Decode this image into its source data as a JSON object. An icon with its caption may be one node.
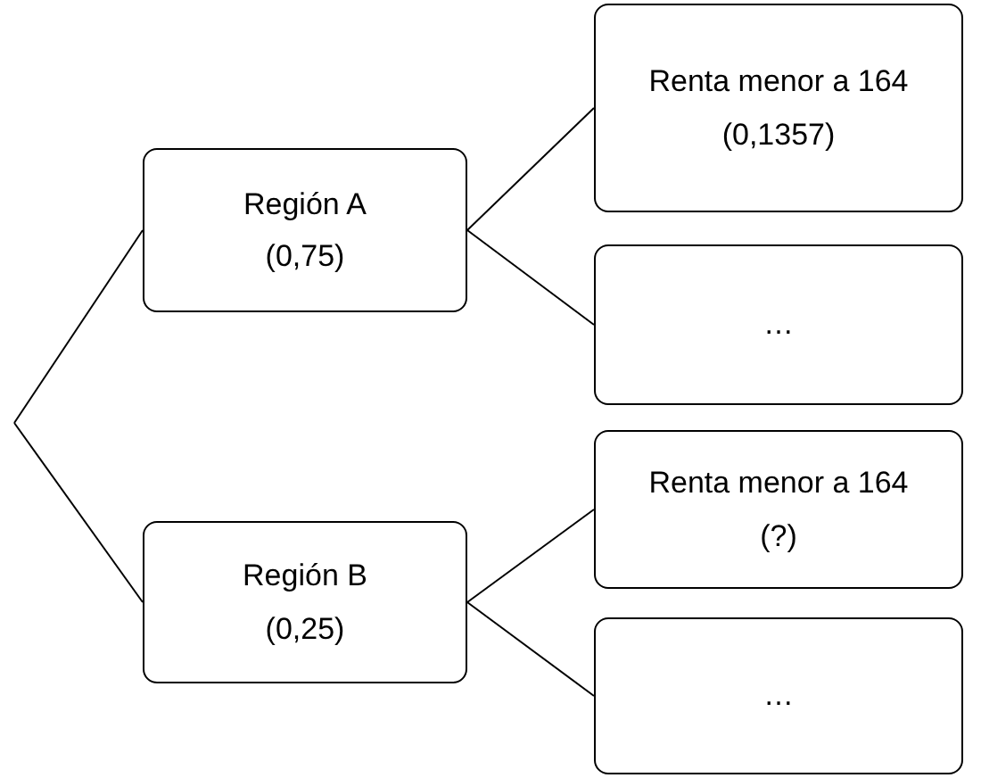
{
  "diagram": {
    "nodes": [
      {
        "text": [
          "Región A",
          "(0,75)"
        ]
      },
      {
        "text": [
          "Región B",
          "(0,25)"
        ]
      },
      {
        "text": [
          "Renta menor a 164",
          "(0,1357)"
        ]
      },
      {
        "text": [
          "…"
        ]
      },
      {
        "text": [
          "Renta menor a 164",
          "(?)"
        ]
      },
      {
        "text": [
          "…"
        ]
      }
    ],
    "edges": [
      {
        "from": null,
        "to": 0,
        "arrow": "none"
      },
      {
        "from": null,
        "to": 1,
        "arrow": "none"
      },
      {
        "from": 0,
        "to": 2,
        "arrow": "none"
      },
      {
        "from": 0,
        "to": 3,
        "arrow": "none"
      },
      {
        "from": 1,
        "to": 4,
        "arrow": "none"
      },
      {
        "from": 1,
        "to": 5,
        "arrow": "none"
      }
    ]
  }
}
